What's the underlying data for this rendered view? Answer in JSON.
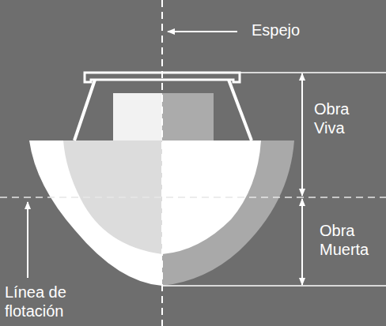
{
  "diagram": {
    "labels": [
      "Espejo",
      "Obra Viva",
      "Obra Muerta",
      "Línea de flotación"
    ]
  }
}
